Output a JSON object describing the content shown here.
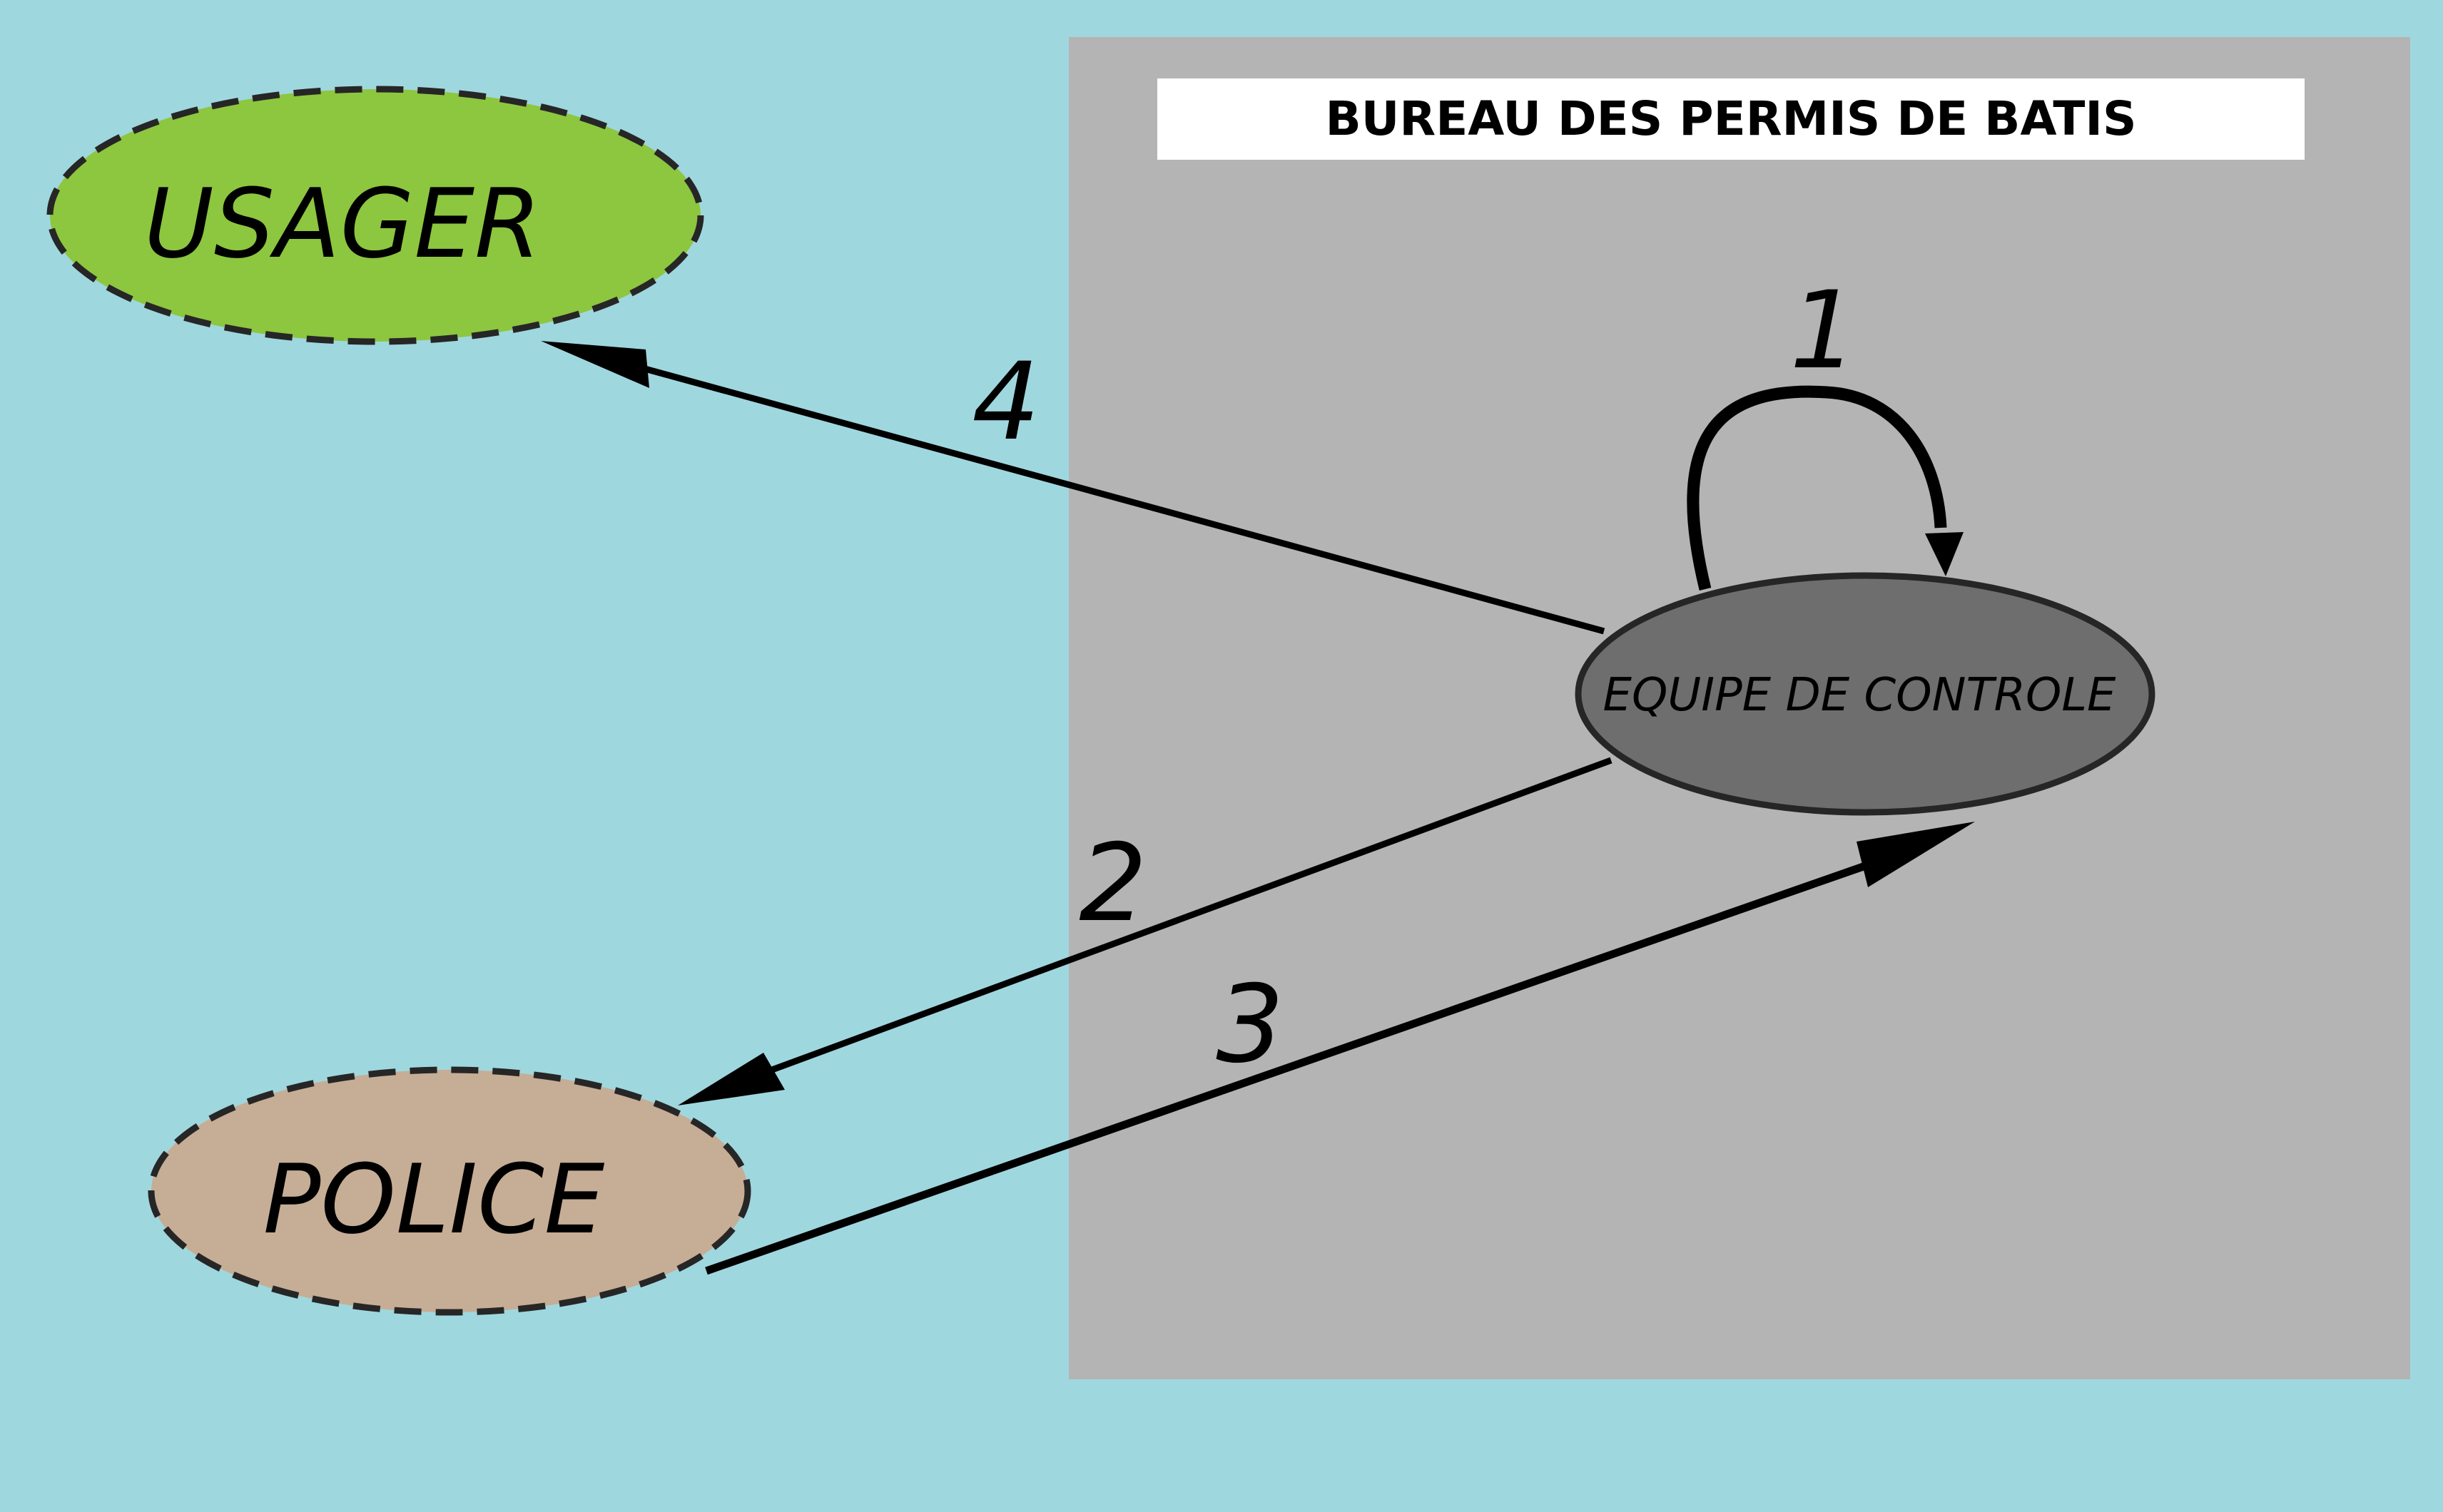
{
  "diagram": {
    "title": "BUREAU DES PERMIS DE BATIS",
    "nodes": {
      "usager": "USAGER",
      "police": "POLICE",
      "equipe": "EQUIPE DE CONTROLE"
    },
    "edges": [
      {
        "label": "1",
        "from": "EQUIPE DE CONTROLE",
        "to": "EQUIPE DE CONTROLE"
      },
      {
        "label": "2",
        "from": "EQUIPE DE CONTROLE",
        "to": "POLICE"
      },
      {
        "label": "3",
        "from": "POLICE",
        "to": "EQUIPE DE CONTROLE"
      },
      {
        "label": "4",
        "from": "EQUIPE DE CONTROLE",
        "to": "USAGER"
      }
    ]
  },
  "colors": {
    "background": "#9fd7df",
    "panel": "#b4b4b4",
    "usager_fill": "#8dc63f",
    "police_fill": "#c6ad95",
    "equipe_fill": "#6e6e6e",
    "outline": "#262626"
  }
}
